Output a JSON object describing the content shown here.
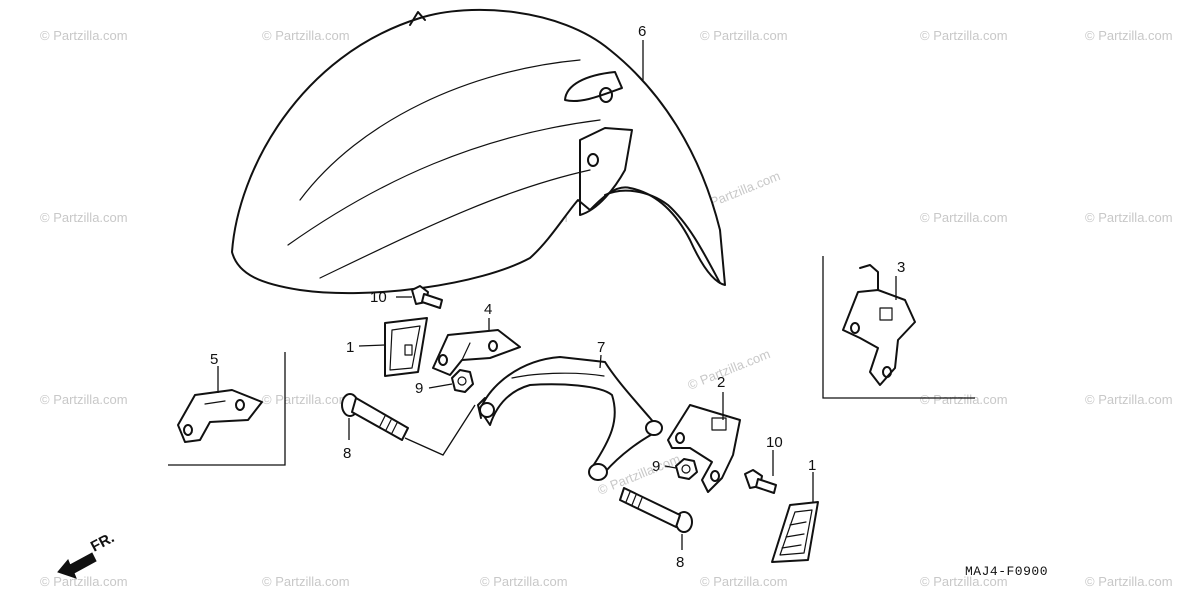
{
  "callouts": {
    "c1a": "1",
    "c1b": "1",
    "c2": "2",
    "c3": "3",
    "c4": "4",
    "c5": "5",
    "c6": "6",
    "c7": "7",
    "c8a": "8",
    "c8b": "8",
    "c9a": "9",
    "c9b": "9",
    "c10a": "10",
    "c10b": "10"
  },
  "diagram_code": "MAJ4-F0900",
  "direction_label": "FR.",
  "watermark": "© Partzilla.com"
}
